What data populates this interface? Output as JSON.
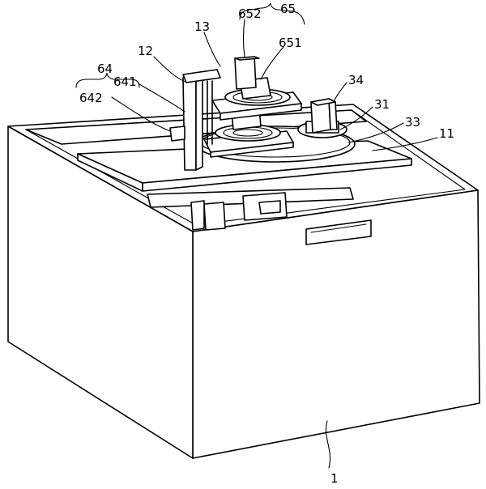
{
  "labels": {
    "l1": "1",
    "l11": "11",
    "l12": "12",
    "l13": "13",
    "l31": "31",
    "l33": "33",
    "l34": "34",
    "l64": "64",
    "l641": "641",
    "l642": "642",
    "l65": "65",
    "l651": "651",
    "l652": "652"
  }
}
